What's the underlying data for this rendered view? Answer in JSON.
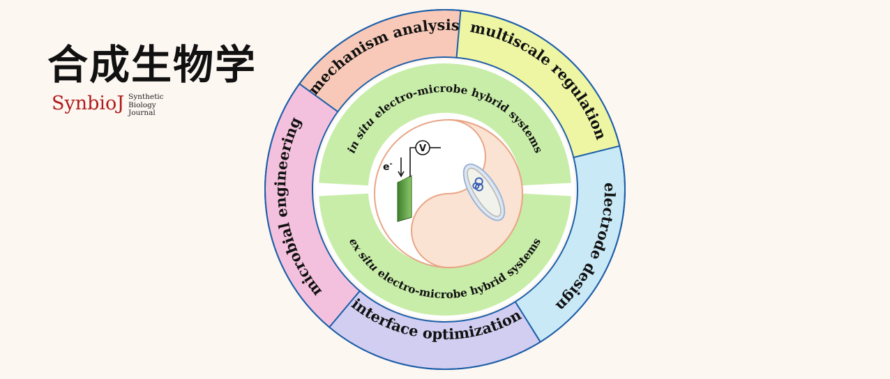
{
  "logo": {
    "chinese": "合成生物学",
    "english": "SynbioJ",
    "subtitle_lines": [
      "Synthetic",
      "Biology",
      "Journal"
    ]
  },
  "outer_ring": [
    {
      "label": "mechanism analysis",
      "color": "#f8c9b8"
    },
    {
      "label": "multiscale regulation",
      "color": "#eef6a3"
    },
    {
      "label": "electrode design",
      "color": "#c9e9f6"
    },
    {
      "label": "interface optimization",
      "color": "#d2cef1"
    },
    {
      "label": "microbial engineering",
      "color": "#f3c1dd"
    }
  ],
  "inner_ring": {
    "top_italic": "in situ",
    "top_text": " electro-microbe hybrid systems",
    "bottom_italic": "ex situ",
    "bottom_text": " electro-microbe hybrid systems",
    "color": "#c8eda9"
  },
  "center": {
    "electron_label": "e",
    "electron_sup": "-",
    "voltmeter_label": "V"
  },
  "colors": {
    "outline": "#1d5fa8",
    "yin_yang_edge": "#e8a585",
    "bacterium_fill": "#f1f2ec",
    "electrode": "#69a94d"
  }
}
